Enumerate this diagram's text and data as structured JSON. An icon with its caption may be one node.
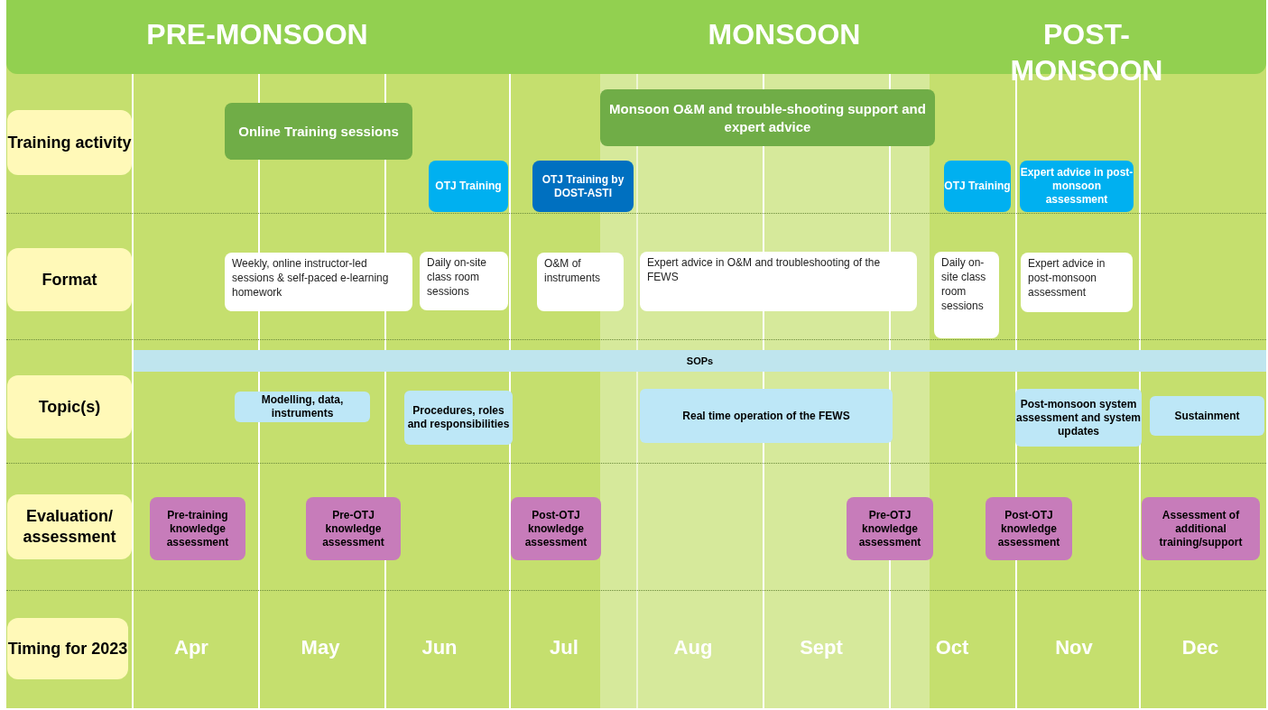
{
  "diagram": {
    "nodes": [
      {
        "text": [
          "PRE-MONSOON",
          "MONSOON",
          "POST-MONSOON"
        ]
      },
      {
        "text": [
          "Training activity"
        ]
      },
      {
        "text": [
          "Online Training sessions"
        ]
      },
      {
        "text": [
          "Monsoon O&M and trouble-shooting support and expert advice"
        ]
      },
      {
        "text": [
          "OTJ Training"
        ]
      },
      {
        "text": [
          "OTJ Training by DOST-ASTI"
        ]
      },
      {
        "text": [
          "OTJ Training"
        ]
      },
      {
        "text": [
          "Expert advice in post-monsoon assessment"
        ]
      },
      {
        "text": [
          "Format"
        ]
      },
      {
        "text": [
          "Weekly, online instructor-led sessions & self-paced e-learning homework"
        ]
      },
      {
        "text": [
          "Daily on-site class room sessions"
        ]
      },
      {
        "text": [
          "O&M of instruments"
        ]
      },
      {
        "text": [
          "Expert advice in O&M and troubleshooting of the FEWS"
        ]
      },
      {
        "text": [
          "Daily on-site class room sessions"
        ]
      },
      {
        "text": [
          "Expert advice in post-monsoon assessment"
        ]
      },
      {
        "text": [
          "SOPs"
        ]
      },
      {
        "text": [
          "Topic(s)"
        ]
      },
      {
        "text": [
          "Modelling, data, instruments"
        ]
      },
      {
        "text": [
          "Procedures, roles and responsibilities"
        ]
      },
      {
        "text": [
          "Real time operation of the FEWS"
        ]
      },
      {
        "text": [
          "Post-monsoon system assessment and system updates"
        ]
      },
      {
        "text": [
          "Sustainment"
        ]
      },
      {
        "text": [
          "Evaluation/ assessment"
        ]
      },
      {
        "text": [
          "Pre-training knowledge assessment"
        ]
      },
      {
        "text": [
          "Pre-OTJ knowledge assessment"
        ]
      },
      {
        "text": [
          "Post-OTJ knowledge assessment"
        ]
      },
      {
        "text": [
          "Pre-OTJ knowledge assessment"
        ]
      },
      {
        "text": [
          "Post-OTJ knowledge assessment"
        ]
      },
      {
        "text": [
          "Assessment of additional training/support"
        ]
      },
      {
        "text": [
          "Timing for 2023"
        ]
      }
    ],
    "labels": [
      "Apr",
      "May",
      "Jun",
      "Jul",
      "Aug",
      "Sept",
      "Oct",
      "Nov",
      "Dec"
    ]
  }
}
